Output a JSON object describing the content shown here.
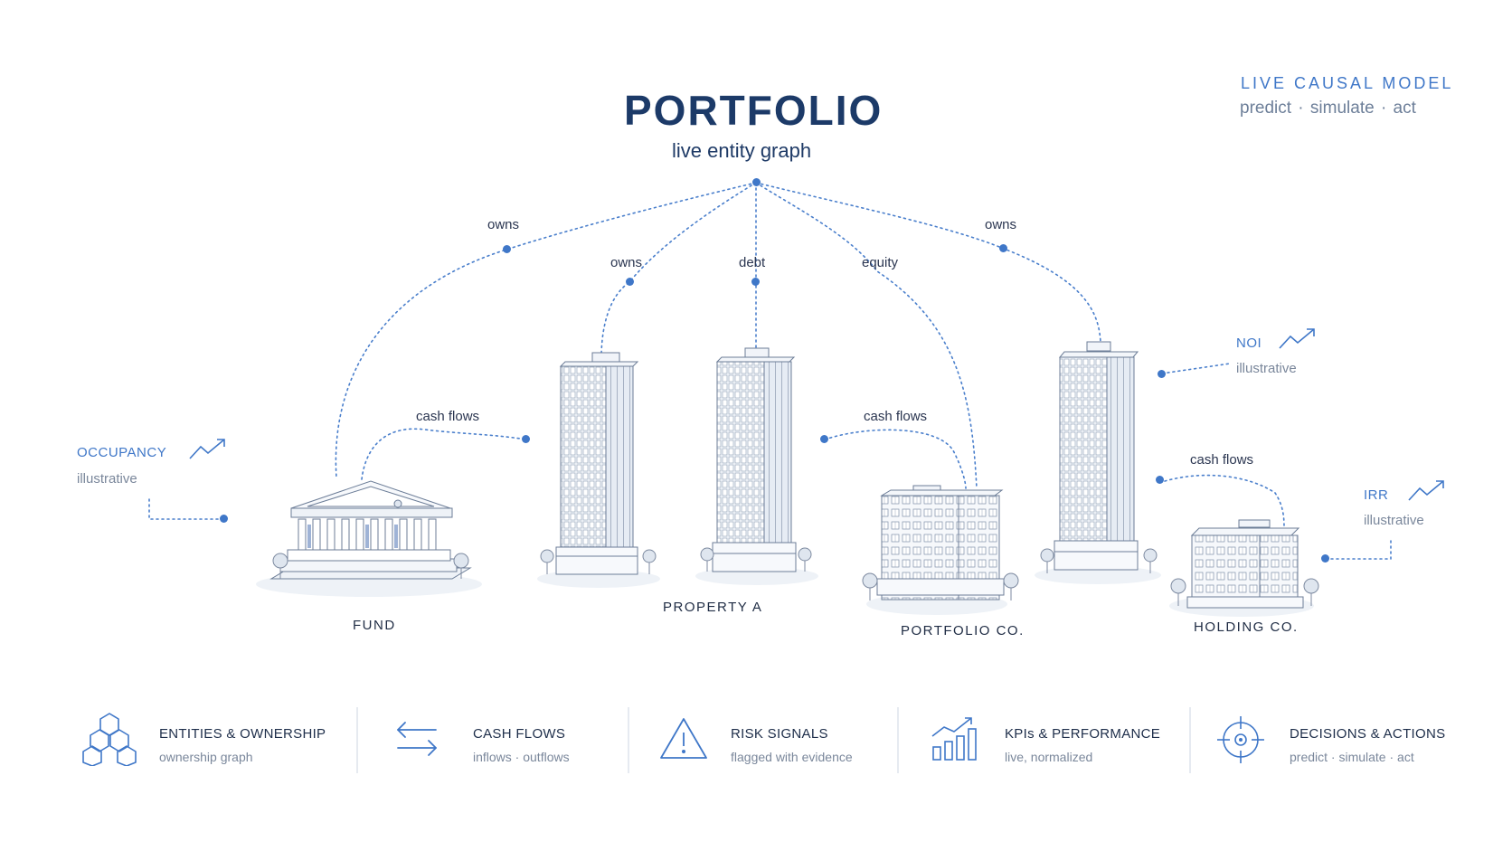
{
  "header": {
    "title": "PORTFOLIO",
    "subtitle": "live entity graph"
  },
  "badge": {
    "title": "LIVE CAUSAL MODEL",
    "subtitle": "predict · simulate · act"
  },
  "edges": {
    "owns_left": "owns",
    "owns_mid": "owns",
    "debt": "debt",
    "equity": "equity",
    "owns_right": "owns",
    "cash_flows_left": "cash flows",
    "cash_flows_mid": "cash flows",
    "cash_flows_right": "cash flows"
  },
  "nodes": {
    "fund": "FUND",
    "property_a": "PROPERTY A",
    "portfolio_co": "PORTFOLIO CO.",
    "holding_co": "HOLDING CO."
  },
  "kpis": {
    "occupancy": {
      "name": "OCCUPANCY",
      "sub": "illustrative"
    },
    "noi": {
      "name": "NOI",
      "sub": "illustrative"
    },
    "irr": {
      "name": "IRR",
      "sub": "illustrative"
    }
  },
  "capabilities": [
    {
      "icon": "cubes-icon",
      "title": "ENTITIES & OWNERSHIP",
      "sub": "ownership graph"
    },
    {
      "icon": "arrows-exchange-icon",
      "title": "CASH FLOWS",
      "sub": "inflows · outflows"
    },
    {
      "icon": "warning-icon",
      "title": "RISK SIGNALS",
      "sub": "flagged with evidence"
    },
    {
      "icon": "bar-chart-icon",
      "title": "KPIs & PERFORMANCE",
      "sub": "live, normalized"
    },
    {
      "icon": "target-icon",
      "title": "DECISIONS & ACTIONS",
      "sub": "predict · simulate · act"
    }
  ],
  "colors": {
    "accent": "#3f77c8",
    "title": "#1c3a68",
    "text": "#1e2e4a",
    "muted": "#7a879b",
    "line": "#b9c7dc"
  }
}
